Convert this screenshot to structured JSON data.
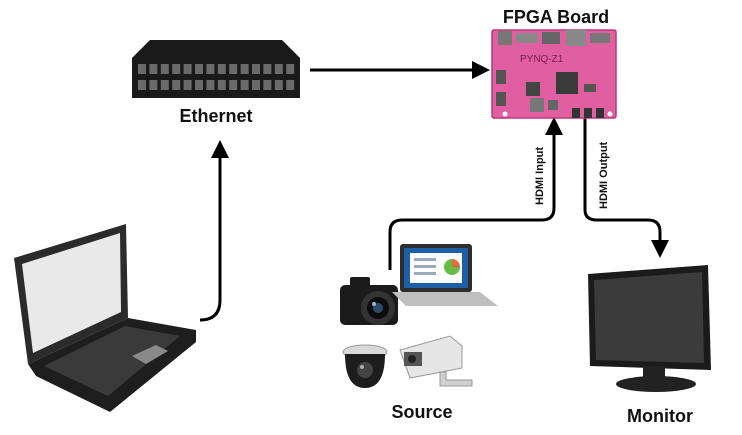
{
  "labels": {
    "fpga_board": "FPGA Board",
    "ethernet": "Ethernet",
    "source": "Source",
    "monitor": "Monitor",
    "hdmi_input": "HDMI Input",
    "hdmi_output": "HDMI Output",
    "board_silkscreen": "PYNQ-Z1"
  },
  "colors": {
    "board": "#e05fa0",
    "board_dark": "#b83a7b",
    "arrow": "#000000",
    "laptop_body": "#2b2b2b",
    "screen_blue": "#1f5fa8"
  },
  "icons": [
    "fpga-board-icon",
    "ethernet-switch-icon",
    "laptop-icon",
    "camera-icon",
    "small-laptop-icon",
    "dome-camera-icon",
    "security-camera-icon",
    "monitor-icon"
  ]
}
